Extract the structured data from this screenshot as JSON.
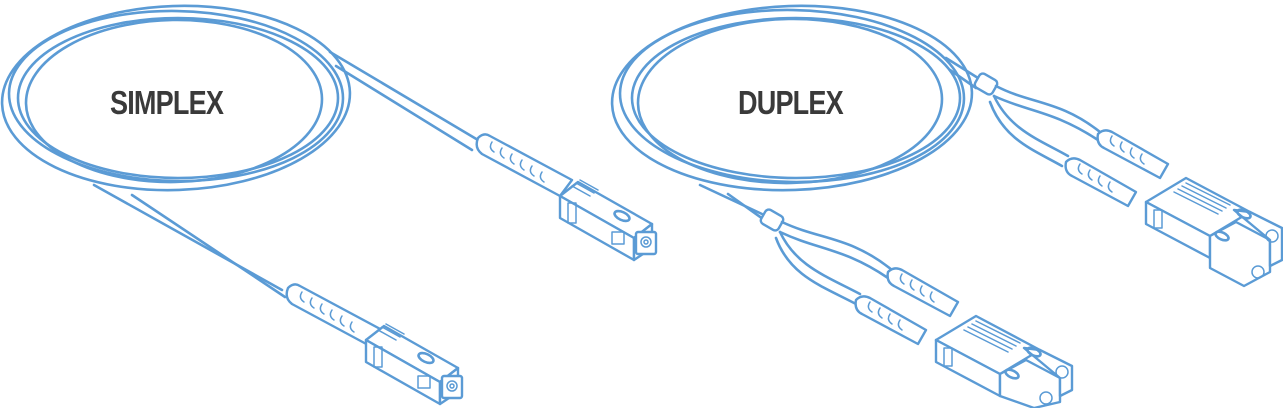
{
  "figure": {
    "panels": [
      {
        "id": "simplex",
        "label": "SIMPLEX",
        "connectors": 2,
        "type": "SC simplex patch cable"
      },
      {
        "id": "duplex",
        "label": "DUPLEX",
        "connectors": 2,
        "type": "SC duplex patch cable"
      }
    ],
    "colors": {
      "cable_line": "#5b9bd5",
      "label_text": "#3a3a3a",
      "background": "#ffffff"
    }
  }
}
